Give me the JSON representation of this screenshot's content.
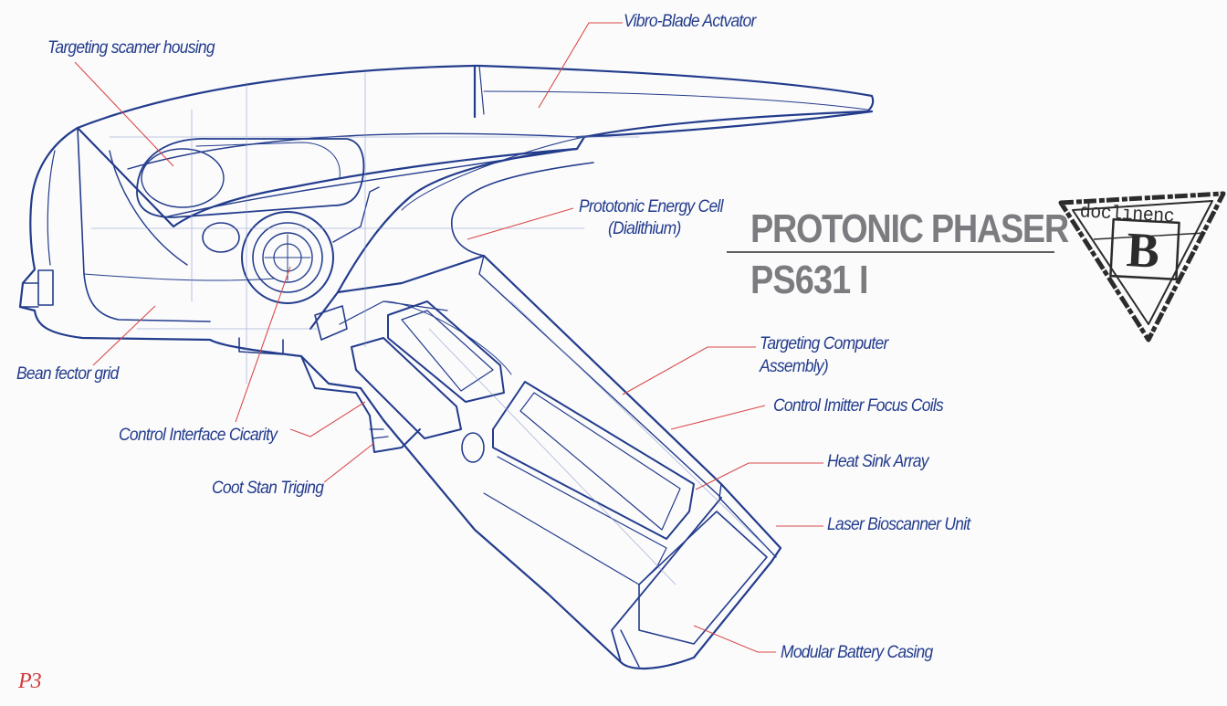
{
  "title": "PROTONIC PHASER",
  "model": "PS631 I",
  "stamp": {
    "text": "doclinenc",
    "letter": "B"
  },
  "signature": "P3",
  "colors": {
    "line": "#233c8c",
    "leader": "#d94a4a",
    "title": "#7c7c80",
    "stamp": "#2c2c2c",
    "background": "#fbfbfc"
  },
  "labels": {
    "vibro_blade": "Vibro-Blade Actvator",
    "targeting_scanner": "Targeting scamer housing",
    "energy_cell_1": "Prototonic Energy Cell",
    "energy_cell_2": "(Dialithium)",
    "beam_vector": "Bean fector grid",
    "targeting_computer_1": "Targeting Computer",
    "targeting_computer_2": "Assembly)",
    "emitter_coils": "Control Imitter Focus Coils",
    "control_interface": "Control Interface Cicarity",
    "heat_sink": "Heat Sink Array",
    "trigger": "Coot Stan Triging",
    "bioscanner": "Laser Bioscanner Unit",
    "battery": "Modular Battery Casing"
  }
}
